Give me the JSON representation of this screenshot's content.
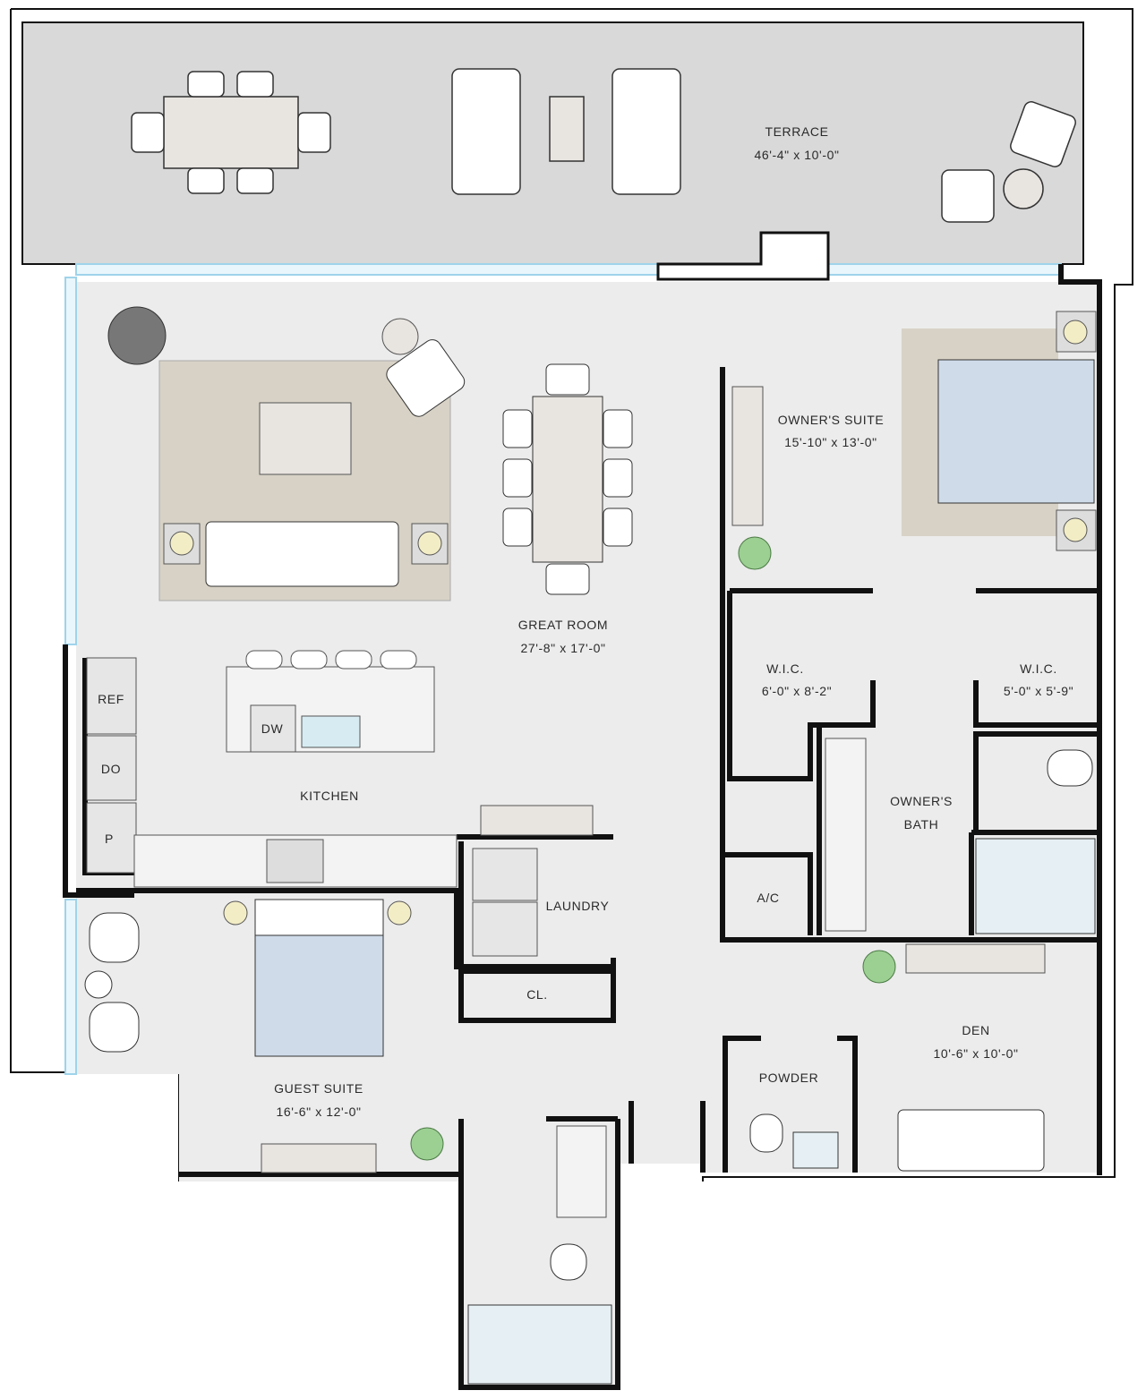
{
  "rooms": {
    "terrace": {
      "name": "TERRACE",
      "dims": "46'-4\" x 10'-0\""
    },
    "owners_suite": {
      "name": "OWNER'S SUITE",
      "dims": "15'-10\" x 13'-0\""
    },
    "great_room": {
      "name": "GREAT ROOM",
      "dims": "27'-8\" x 17'-0\""
    },
    "wic_1": {
      "name": "W.I.C.",
      "dims": "6'-0\" x 8'-2\""
    },
    "wic_2": {
      "name": "W.I.C.",
      "dims": "5'-0\" x 5'-9\""
    },
    "kitchen": {
      "name": "KITCHEN"
    },
    "owners_bath": {
      "name": "OWNER'S",
      "name2": "BATH"
    },
    "laundry": {
      "name": "LAUNDRY"
    },
    "ac": {
      "name": "A/C"
    },
    "closet": {
      "name": "CL."
    },
    "den": {
      "name": "DEN",
      "dims": "10'-6\" x 10'-0\""
    },
    "powder": {
      "name": "POWDER"
    },
    "guest_suite": {
      "name": "GUEST SUITE",
      "dims": "16'-6\" x 12'-0\""
    }
  },
  "appliances": {
    "ref": "REF",
    "do": "DO",
    "pantry": "P",
    "dw": "DW"
  },
  "colors": {
    "floor": "#ececec",
    "terrace": "#d9d9d9",
    "wall": "#111111",
    "glass": "#9fd3ea",
    "rug": "#d8d2c6",
    "bed": "#cfdbe9",
    "plant": "#9ccf92"
  }
}
